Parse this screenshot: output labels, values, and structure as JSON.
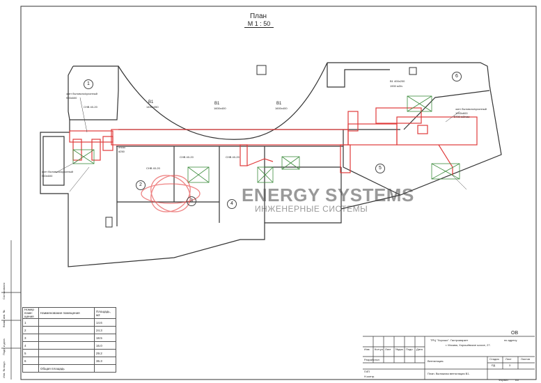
{
  "drawing": {
    "title": "План",
    "scale": "М 1 : 50"
  },
  "watermark": {
    "brand": "ENERGY SYSTEMS",
    "subtitle": "ИНЖЕНЕРНЫЕ СИСТЕМЫ"
  },
  "room_numbers": [
    "1",
    "2",
    "3",
    "4",
    "5",
    "6"
  ],
  "annotations": {
    "b1_main": "В1",
    "b1_size_1": "1400x350",
    "b1_size_2": "1600x400",
    "b1_size_3": "1600x400",
    "b1_right_1": "В1 400х200",
    "b1_right_2": "1900 м3/ч",
    "kvr_1": "СНВ 40-20",
    "kvr_2": "СНВ 40-20",
    "kvr_3": "СНВ 40-20",
    "kvr_4": "СНВ 40-20",
    "zone_1": "зонт бытового/кухонный",
    "zone_1_size": "900х600",
    "otsos": "отсос",
    "otsos_size": "d250",
    "zone_bottom": "зонт бытового/кухонный",
    "zone_bottom_size": "900х600",
    "right_zone": "зонт бытового/кухонный",
    "right_zone_size": "1000х600",
    "right_flow": "5700 м3/час"
  },
  "spec_table": {
    "headers": [
      "Номер поме-щения",
      "Наименование помещения",
      "Площадь, м2"
    ],
    "rows": [
      {
        "num": "1",
        "name": "",
        "area": "14.6"
      },
      {
        "num": "2",
        "name": "",
        "area": "24.3"
      },
      {
        "num": "3",
        "name": "",
        "area": "18.5"
      },
      {
        "num": "4",
        "name": "",
        "area": "16.0"
      },
      {
        "num": "5",
        "name": "",
        "area": "29.2"
      },
      {
        "num": "6",
        "name": "",
        "area": "36.3"
      }
    ],
    "total_label": "Общая площадь"
  },
  "stamp": {
    "code": "ОВ",
    "project_line1": "ТРЦ \"Хорошо\". Гастромаркет",
    "project_line2": "по адресу",
    "project_line3": "г. Москва, Хорошёвское шоссе, 27.",
    "section": "Вентиляция.",
    "sheet_title": "План. Вытяжная вентиляция В1.",
    "stage_label": "Стадия",
    "sheet_label": "Лист",
    "sheets_label": "Листов",
    "stage": "РД",
    "sheet": "3",
    "format_label": "Формат",
    "format": "А3",
    "cols": [
      "Изм.",
      "Кол.уч",
      "Лист",
      "№док.",
      "Подп.",
      "Дата"
    ],
    "roles": [
      "Разработал",
      "",
      "ГИП",
      "Н.контр."
    ]
  },
  "side_labels": [
    "Согласовано",
    "Взам. инв. №",
    "Подп. и дата",
    "Инв. № подл."
  ]
}
